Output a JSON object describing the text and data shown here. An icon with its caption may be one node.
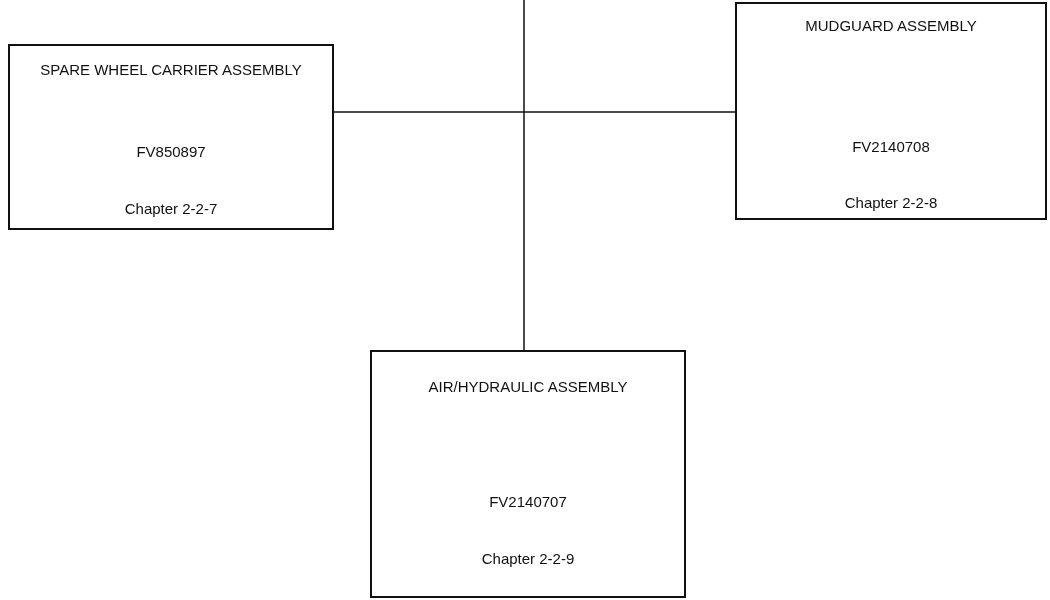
{
  "diagram": {
    "nodes": [
      {
        "text": [
          "SPARE WHEEL CARRIER ASSEMBLY",
          "FV850897",
          "Chapter 2-2-7"
        ]
      },
      {
        "text": [
          "MUDGUARD ASSEMBLY",
          "FV2140708",
          "Chapter 2-2-8"
        ]
      },
      {
        "text": [
          "AIR/HYDRAULIC ASSEMBLY",
          "FV2140707",
          "Chapter 2-2-9"
        ]
      }
    ],
    "edges": [
      {
        "from": 0,
        "to": 1,
        "arrow": "none"
      },
      {
        "from": null,
        "to": 2,
        "arrow": "none"
      }
    ]
  }
}
